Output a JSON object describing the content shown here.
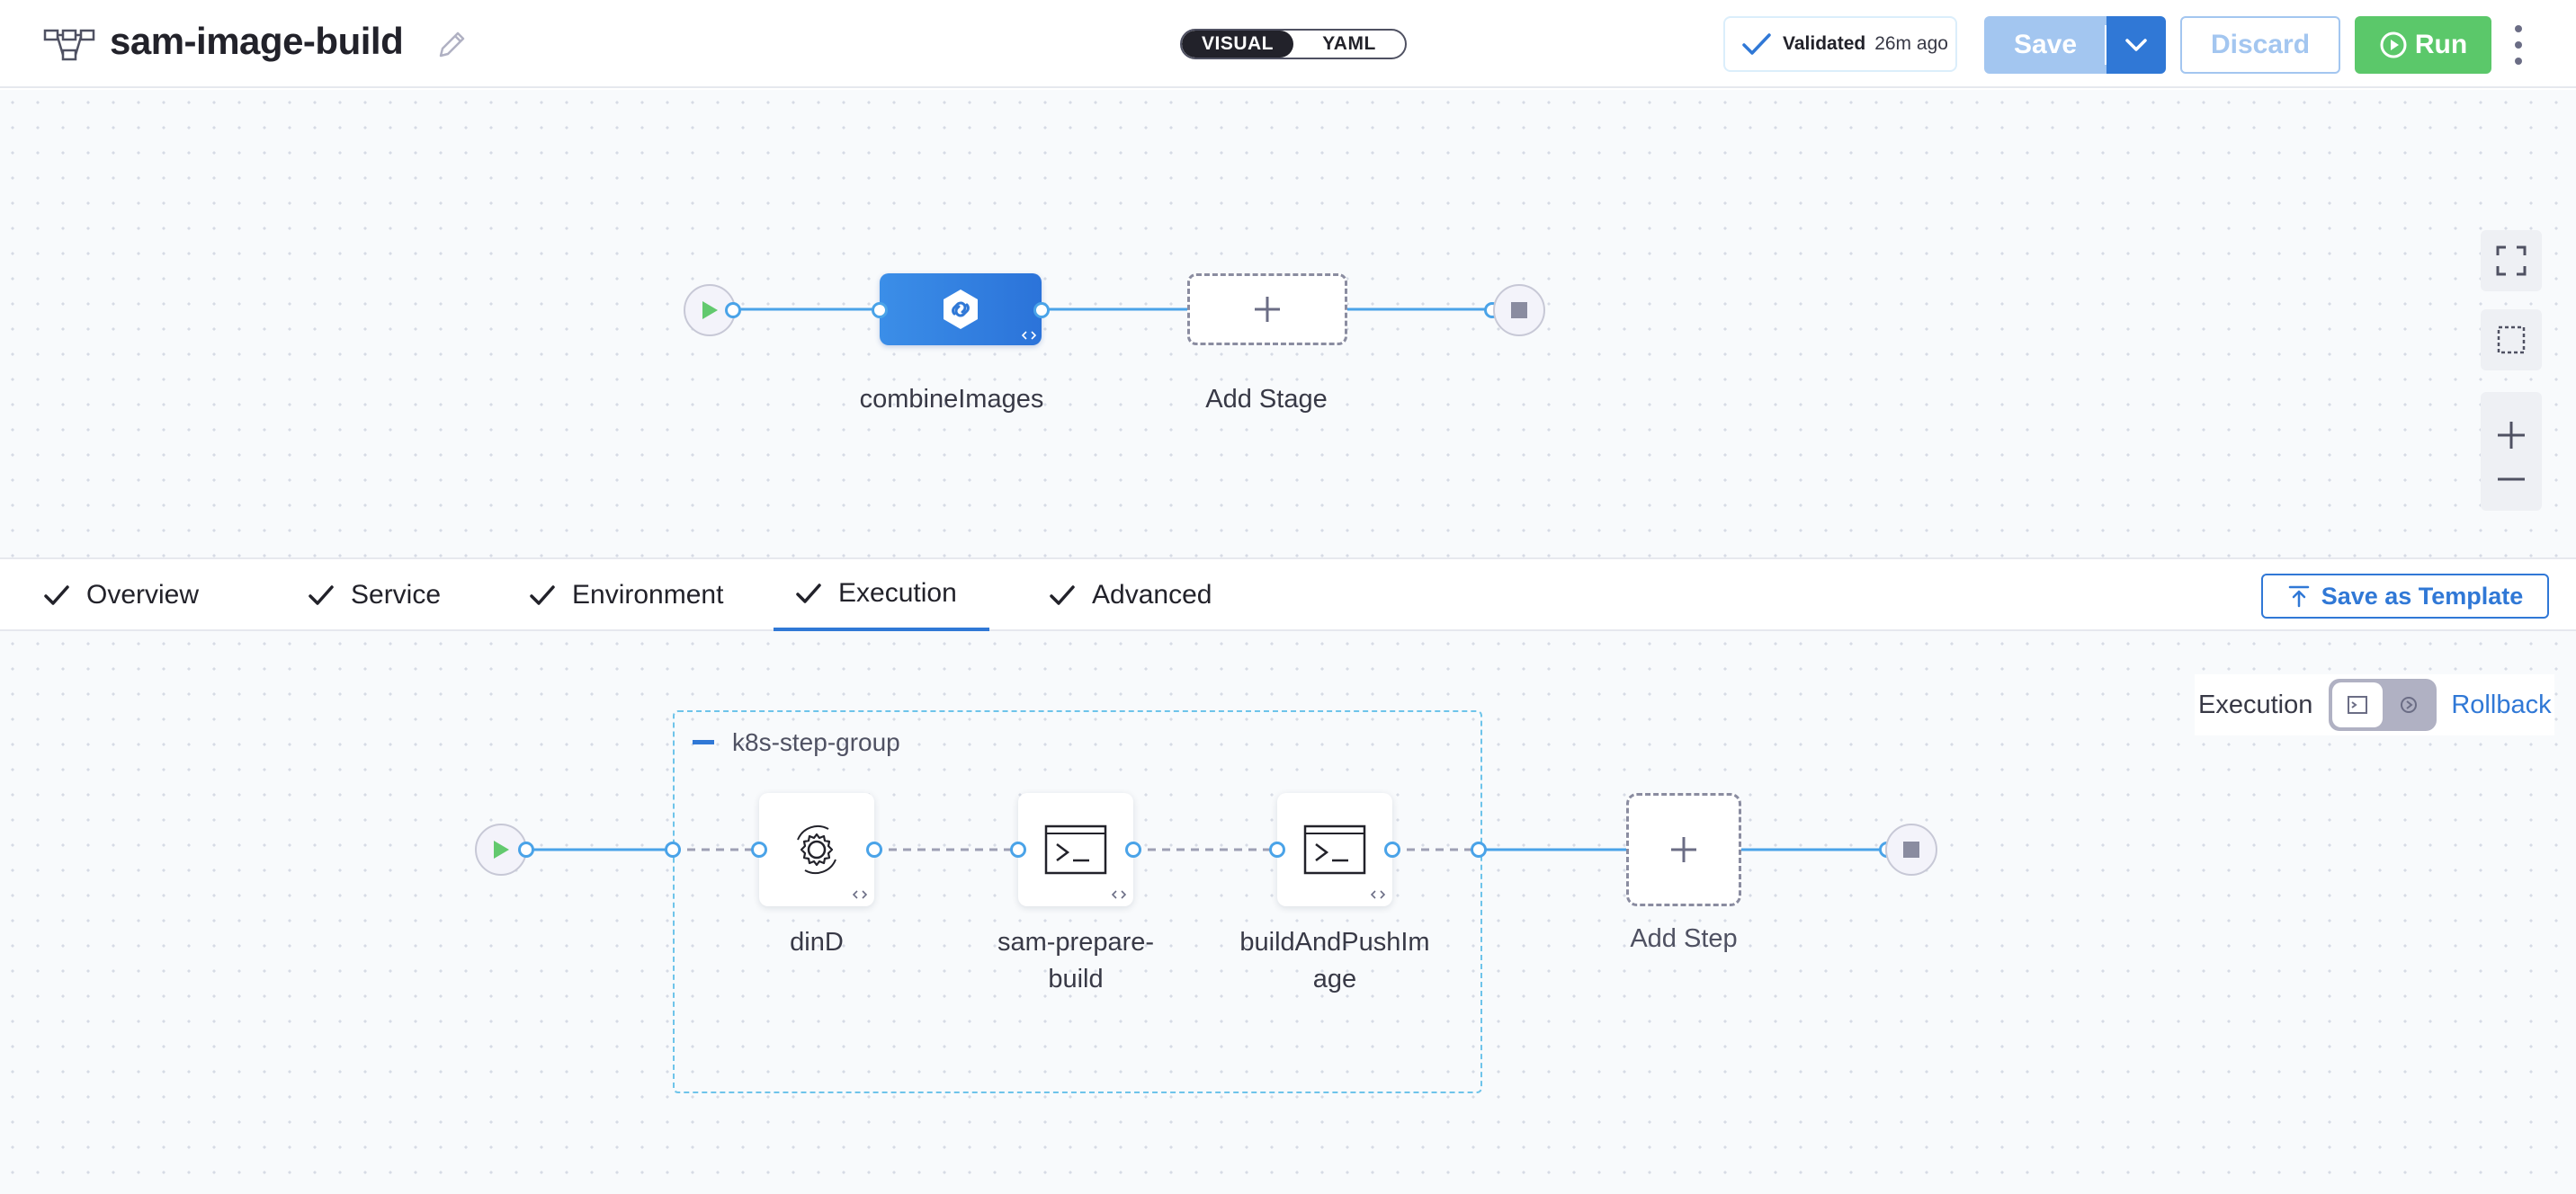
{
  "header": {
    "pipeline_name": "sam-image-build",
    "mode_visual": "VISUAL",
    "mode_yaml": "YAML",
    "validated_label": "Validated",
    "validated_time": "26m ago",
    "save_label": "Save",
    "discard_label": "Discard",
    "run_label": "Run"
  },
  "stage_graph": {
    "stages": [
      {
        "name": "combineImages",
        "icon": "link-icon"
      }
    ],
    "add_stage_label": "Add Stage"
  },
  "tabs": [
    {
      "label": "Overview",
      "done": true
    },
    {
      "label": "Service",
      "done": true
    },
    {
      "label": "Environment",
      "done": true
    },
    {
      "label": "Execution",
      "done": true,
      "active": true
    },
    {
      "label": "Advanced",
      "done": true
    }
  ],
  "save_as_template_label": "Save as Template",
  "execution": {
    "toggle_label": "Execution",
    "rollback_label": "Rollback",
    "step_group_name": "k8s-step-group",
    "steps": [
      {
        "name_line1": "dinD",
        "name_line2": "",
        "icon": "gear-icon"
      },
      {
        "name_line1": "sam-prepare-",
        "name_line2": "build",
        "icon": "terminal-icon"
      },
      {
        "name_line1": "buildAndPushIm",
        "name_line2": "age",
        "icon": "terminal-icon"
      }
    ],
    "add_step_label": "Add Step"
  },
  "colors": {
    "accent": "#3078d6",
    "run_green": "#5bc86a",
    "save_disabled": "#a3c6f0",
    "connector": "#4aa3e8"
  }
}
